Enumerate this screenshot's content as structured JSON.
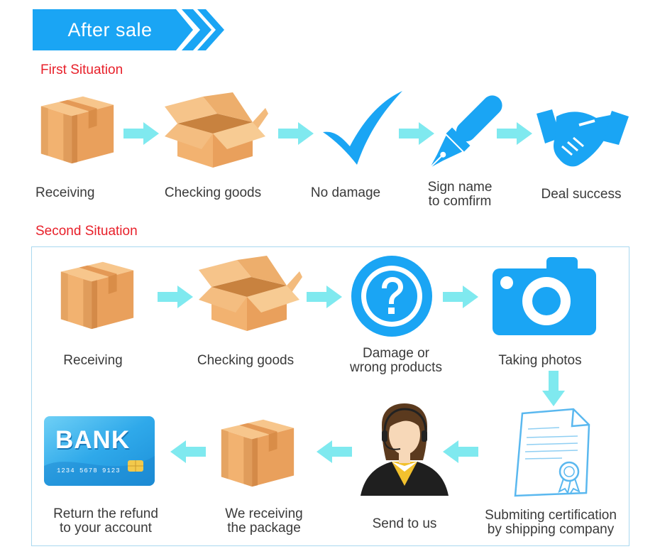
{
  "header": {
    "title": "After sale"
  },
  "colors": {
    "accent_blue": "#1aa5f4",
    "arrow_cyan": "#7fe9ef",
    "title_red": "#e8202a",
    "box": "#f2b26f"
  },
  "first_situation": {
    "title": "First Situation",
    "steps": [
      {
        "label_lines": [
          "Receiving"
        ],
        "icon": "closed-box-icon"
      },
      {
        "label_lines": [
          "Checking goods"
        ],
        "icon": "open-box-icon"
      },
      {
        "label_lines": [
          "No damage"
        ],
        "icon": "check-mark-icon"
      },
      {
        "label_lines": [
          "Sign name",
          "to comfirm"
        ],
        "icon": "pen-icon"
      },
      {
        "label_lines": [
          "Deal success"
        ],
        "icon": "handshake-icon"
      }
    ]
  },
  "second_situation": {
    "title": "Second Situation",
    "steps": [
      {
        "label_lines": [
          "Receiving"
        ],
        "icon": "closed-box-icon"
      },
      {
        "label_lines": [
          "Checking goods"
        ],
        "icon": "open-box-icon"
      },
      {
        "label_lines": [
          "Damage or",
          "wrong products"
        ],
        "icon": "question-icon"
      },
      {
        "label_lines": [
          "Taking photos"
        ],
        "icon": "camera-icon"
      },
      {
        "label_lines": [
          "Submiting certification",
          "by shipping company"
        ],
        "icon": "certificate-icon"
      },
      {
        "label_lines": [
          "Send to us"
        ],
        "icon": "customer-service-icon"
      },
      {
        "label_lines": [
          "We receiving",
          "the package"
        ],
        "icon": "closed-box-icon"
      },
      {
        "label_lines": [
          "Return the refund",
          "to your account"
        ],
        "icon": "bank-card-icon"
      }
    ],
    "bank_card": {
      "brand": "BANK",
      "number": "1234 5678 9123"
    }
  }
}
